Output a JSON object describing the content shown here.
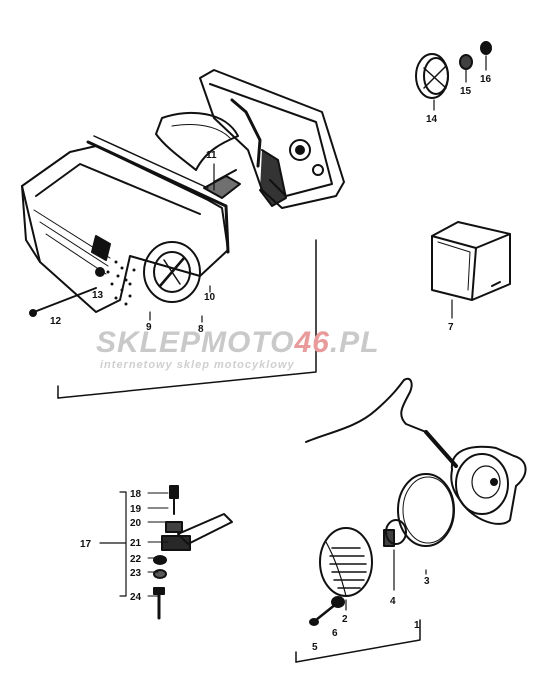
{
  "watermark": {
    "brand_left": "SKLEPMOTO",
    "brand_red": "46",
    "brand_right": ".PL",
    "tagline": "internetowy sklep motocyklowy"
  },
  "callouts": [
    "1",
    "2",
    "3",
    "4",
    "5",
    "6",
    "7",
    "8",
    "9",
    "10",
    "11",
    "12",
    "13",
    "14",
    "15",
    "16",
    "17",
    "18",
    "19",
    "20",
    "21",
    "22",
    "23",
    "24"
  ],
  "colors": {
    "ink": "#111111",
    "watermark_gray": "#c9c9c9",
    "watermark_red": "#e99a9a"
  }
}
